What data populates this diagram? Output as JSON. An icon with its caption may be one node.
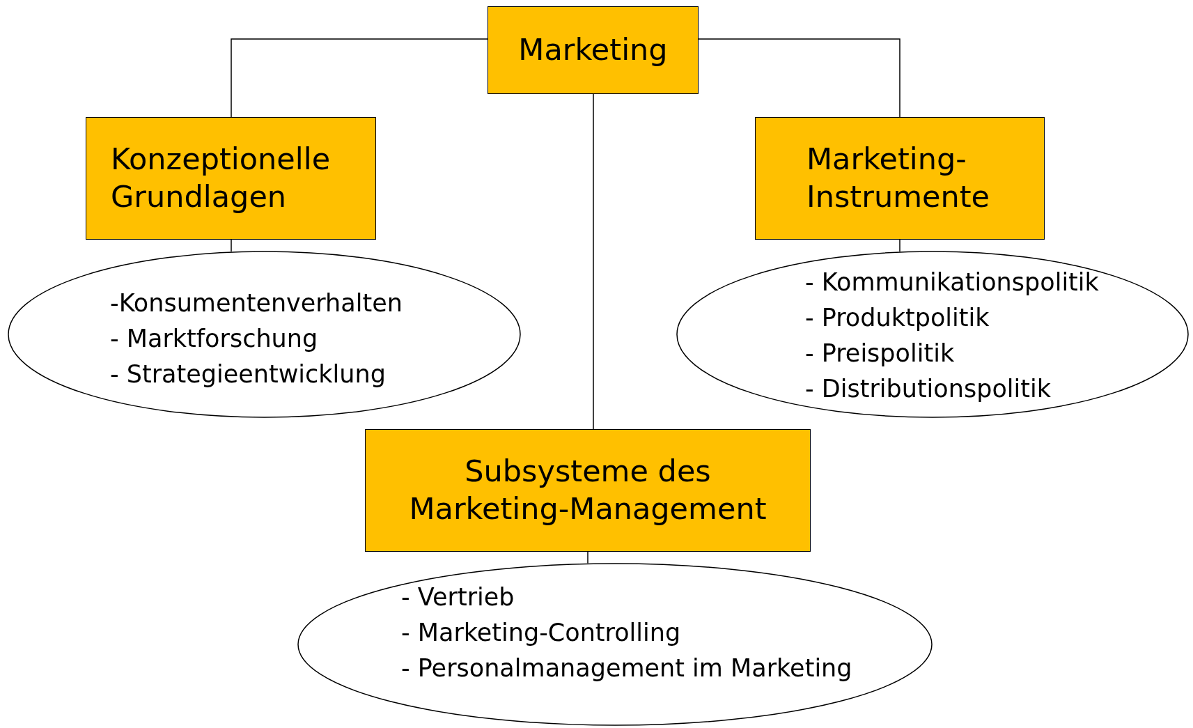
{
  "diagram": {
    "nodes": [
      {
        "text": [
          "Marketing"
        ]
      },
      {
        "text": [
          "Konzeptionelle Grundlagen"
        ]
      },
      {
        "text": [
          "Marketing-Instrumente"
        ]
      },
      {
        "text": [
          "-Konsumentenverhalten",
          "- Marktforschung",
          "- Strategieentwicklung"
        ]
      },
      {
        "text": [
          "- Kommunikationspolitik",
          "- Produktpolitik",
          "- Preispolitik",
          "- Distributionspolitik"
        ]
      },
      {
        "text": [
          "Subsysteme des Marketing-Management"
        ]
      },
      {
        "text": [
          "- Vertrieb",
          "- Marketing-Controlling",
          "- Personalmanagement im Marketing"
        ]
      }
    ],
    "edges": [
      {
        "from": 0,
        "to": 1,
        "arrow": "none"
      },
      {
        "from": 0,
        "to": 2,
        "arrow": "none"
      },
      {
        "from": 0,
        "to": 5,
        "arrow": "none"
      },
      {
        "from": 1,
        "to": 3,
        "arrow": "none"
      },
      {
        "from": 2,
        "to": 4,
        "arrow": "none"
      },
      {
        "from": 5,
        "to": 6,
        "arrow": "none"
      }
    ]
  }
}
